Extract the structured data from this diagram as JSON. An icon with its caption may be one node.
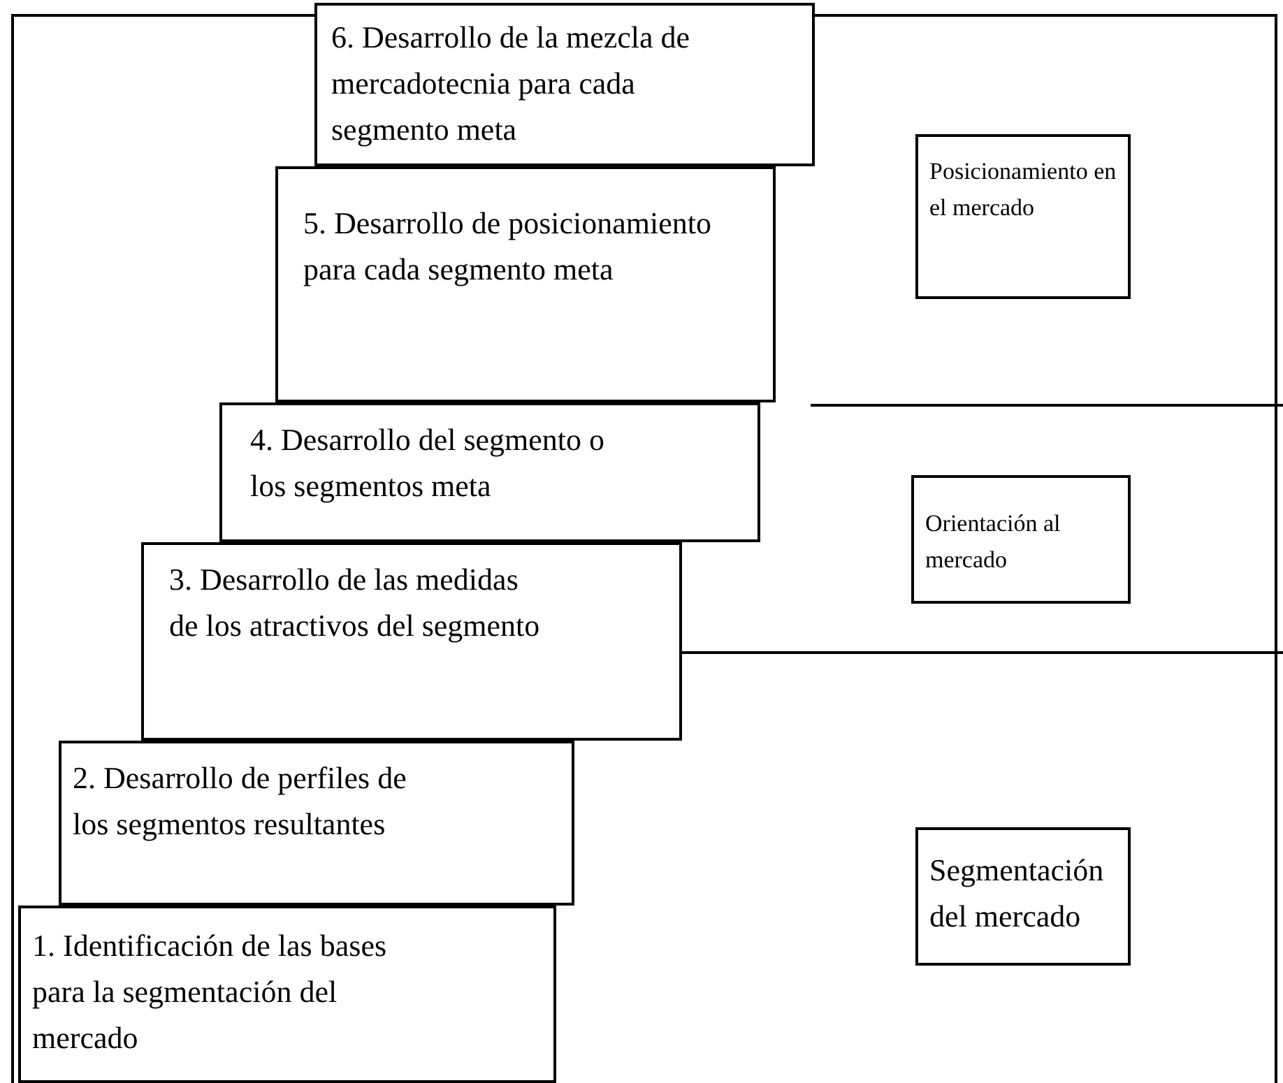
{
  "diagram": {
    "nodes": [
      {
        "text": [
          "6. Desarrollo de la mezcla de mercadotecnia para cada segmento meta"
        ]
      },
      {
        "text": [
          "Posicionamiento en el mercado"
        ]
      },
      {
        "text": [
          "5. Desarrollo de posicionamiento para cada segmento meta"
        ]
      },
      {
        "text": [
          "4. Desarrollo del segmento o los segmentos meta"
        ]
      },
      {
        "text": [
          "Orientación al mercado"
        ]
      },
      {
        "text": [
          "3. Desarrollo de las medidas de los atractivos del segmento"
        ]
      },
      {
        "text": [
          "2. Desarrollo de perfiles de los segmentos resultantes"
        ]
      },
      {
        "text": [
          "Segmentación del mercado"
        ]
      },
      {
        "text": [
          "1. Identificación de las bases para la segmentación del mercado"
        ]
      }
    ]
  }
}
